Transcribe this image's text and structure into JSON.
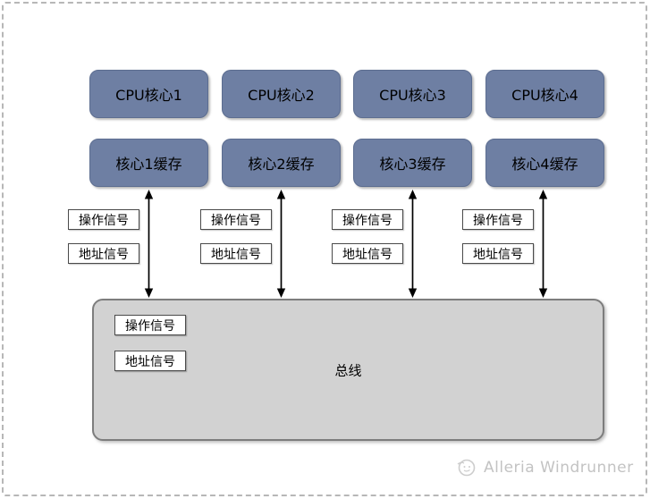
{
  "columns": [
    {
      "core": "CPU核心1",
      "cache": "核心1缓存",
      "op_signal": "操作信号",
      "addr_signal": "地址信号"
    },
    {
      "core": "CPU核心2",
      "cache": "核心2缓存",
      "op_signal": "操作信号",
      "addr_signal": "地址信号"
    },
    {
      "core": "CPU核心3",
      "cache": "核心3缓存",
      "op_signal": "操作信号",
      "addr_signal": "地址信号"
    },
    {
      "core": "CPU核心4",
      "cache": "核心4缓存",
      "op_signal": "操作信号",
      "addr_signal": "地址信号"
    }
  ],
  "bus": {
    "label": "总线",
    "op_signal": "操作信号",
    "addr_signal": "地址信号"
  },
  "watermark": {
    "text": "Alleria Windrunner"
  },
  "colors": {
    "node_fill": "#6e7fa3",
    "node_border": "#5c6d90",
    "bus_fill": "#d2d2d2",
    "bus_border": "#7d7d7d",
    "arrow": "#000000",
    "watermark": "#c3c3c3",
    "frame_dash": "#b7b7b7"
  }
}
